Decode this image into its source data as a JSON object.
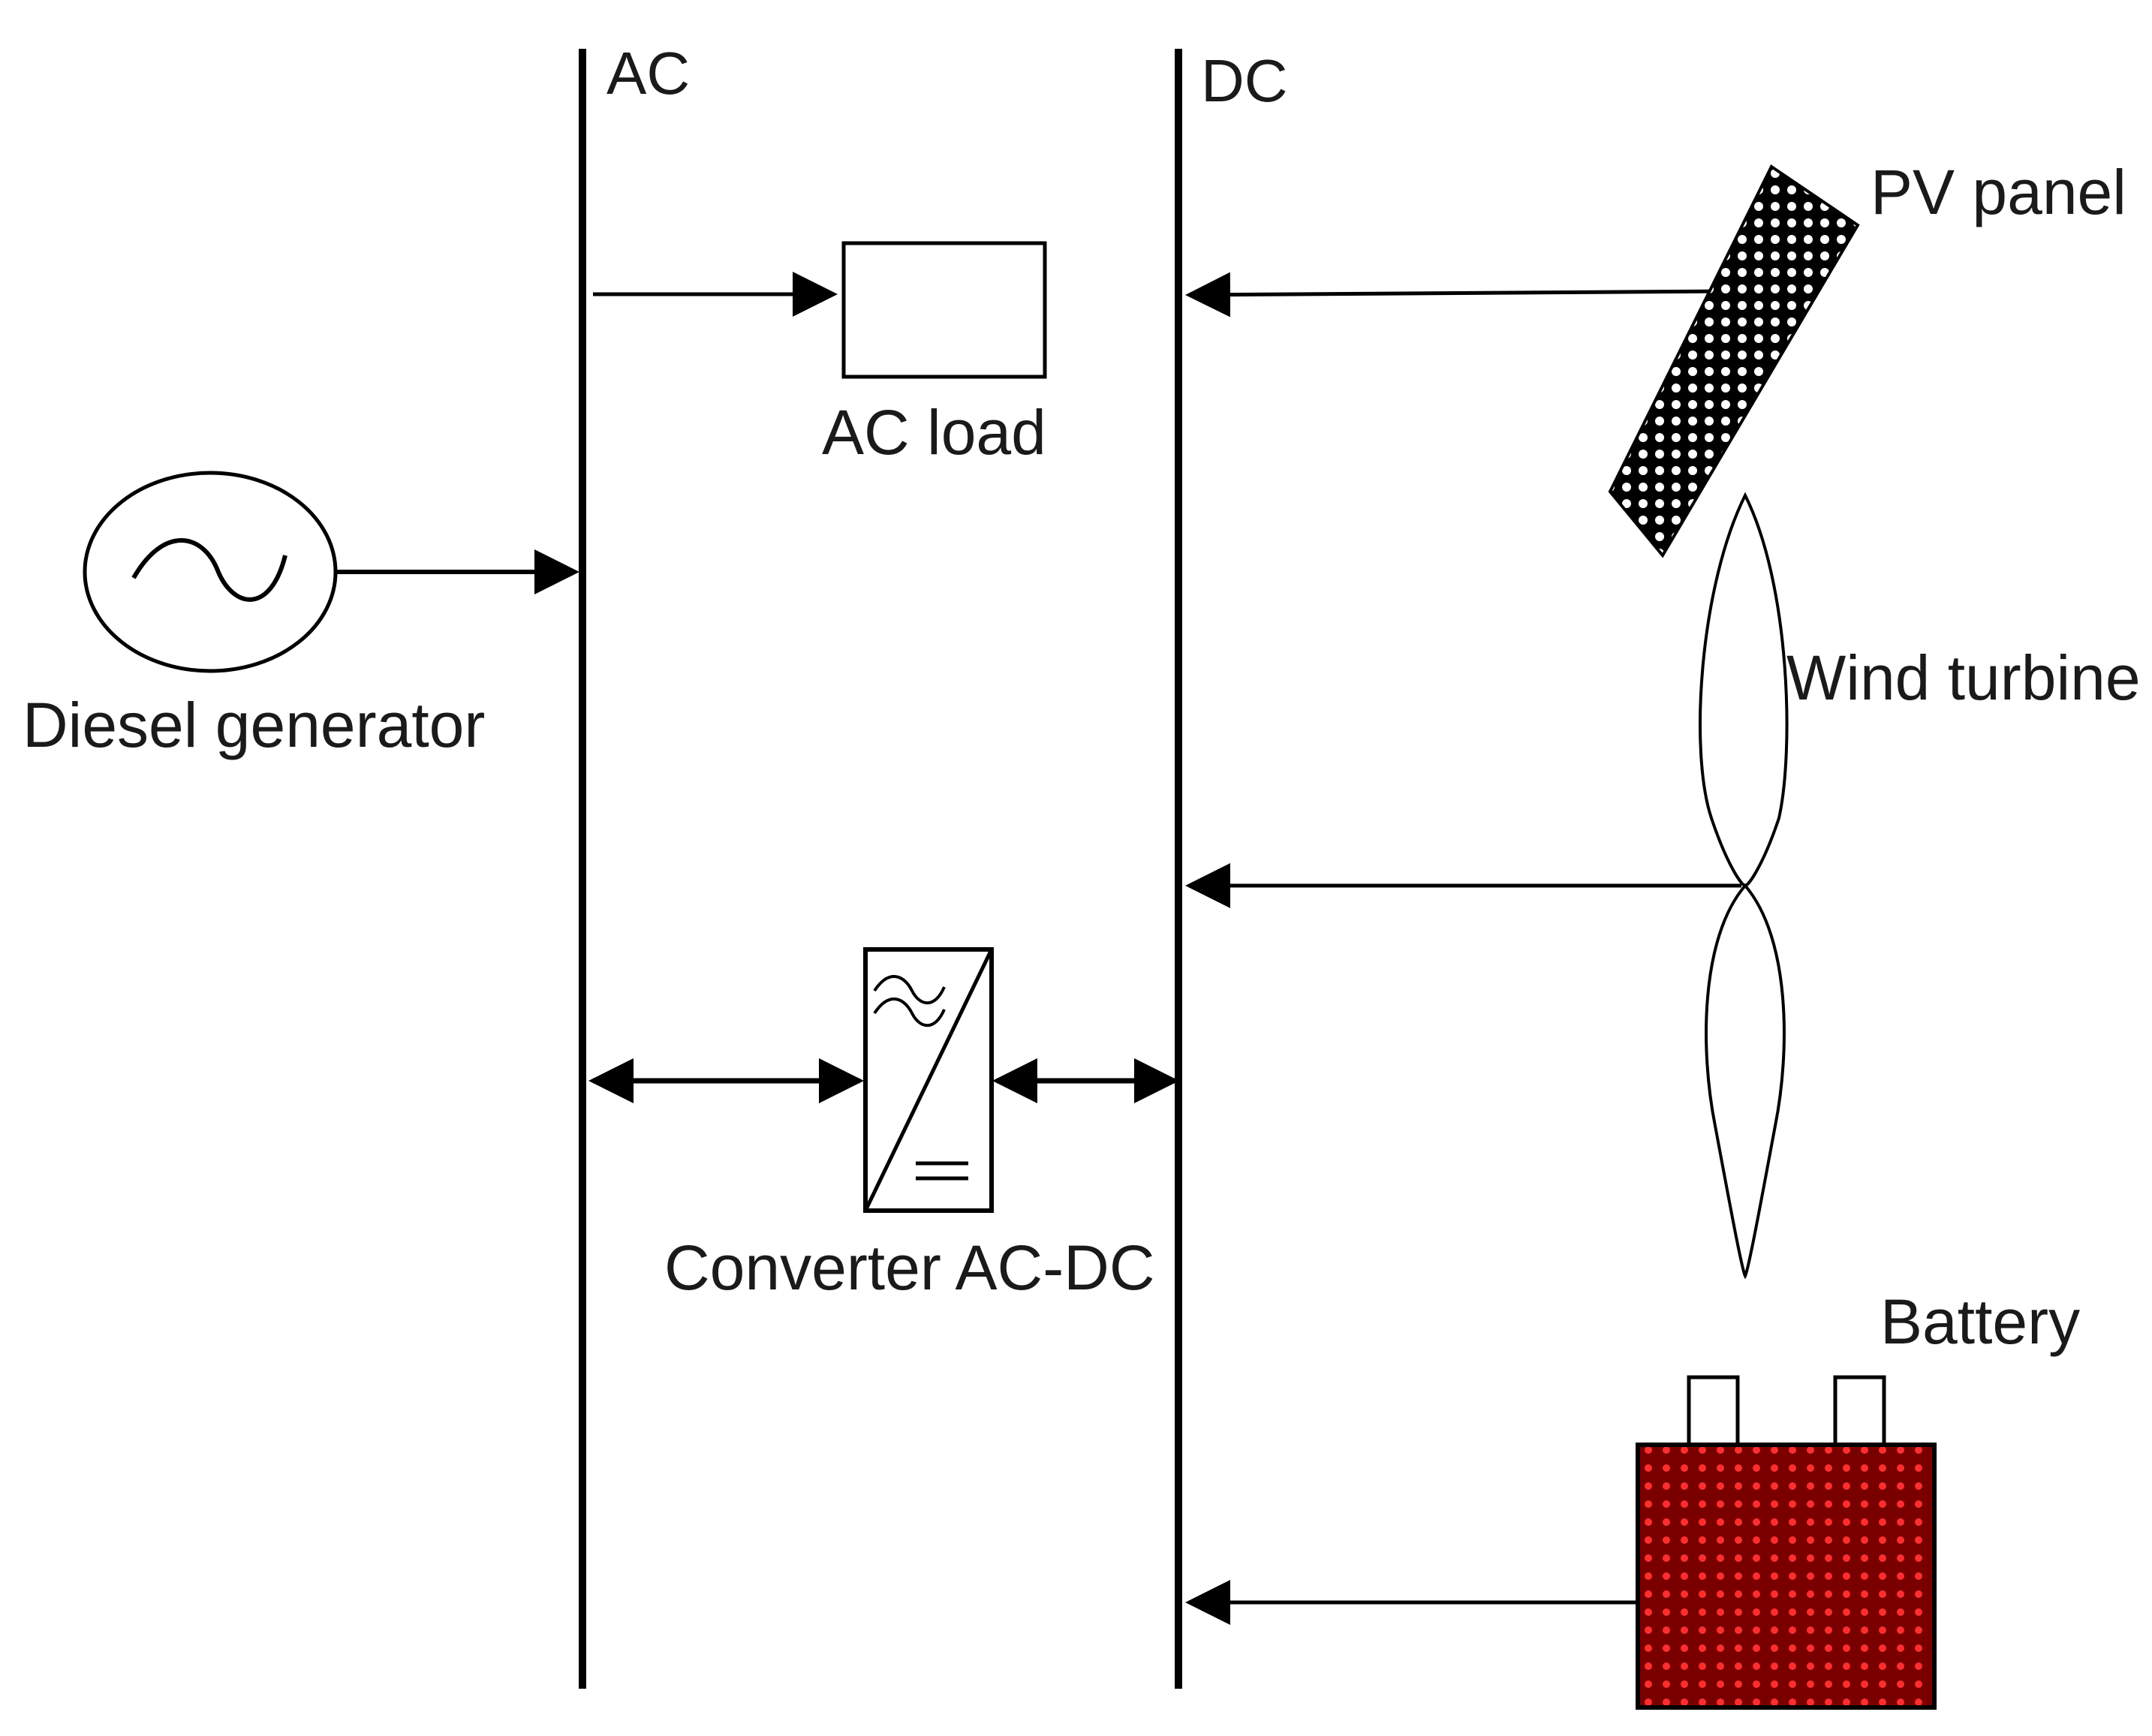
{
  "buses": {
    "ac_label": "AC",
    "dc_label": "DC"
  },
  "components": {
    "ac_load": "AC load",
    "diesel_generator": "Diesel generator",
    "converter": "Converter AC-DC",
    "pv_panel": "PV panel",
    "wind_turbine": "Wind turbine",
    "battery": "Battery"
  },
  "colors": {
    "line": "#000000",
    "battery_fill": "#8b0000",
    "battery_dots": "#ff3030",
    "pv_fill": "#000000",
    "pv_dots": "#ffffff"
  },
  "icons": {
    "generator": "ac-source-icon",
    "converter": "ac-dc-converter-icon",
    "pv": "solar-panel-icon",
    "wind": "wind-turbine-icon",
    "battery": "battery-icon"
  }
}
